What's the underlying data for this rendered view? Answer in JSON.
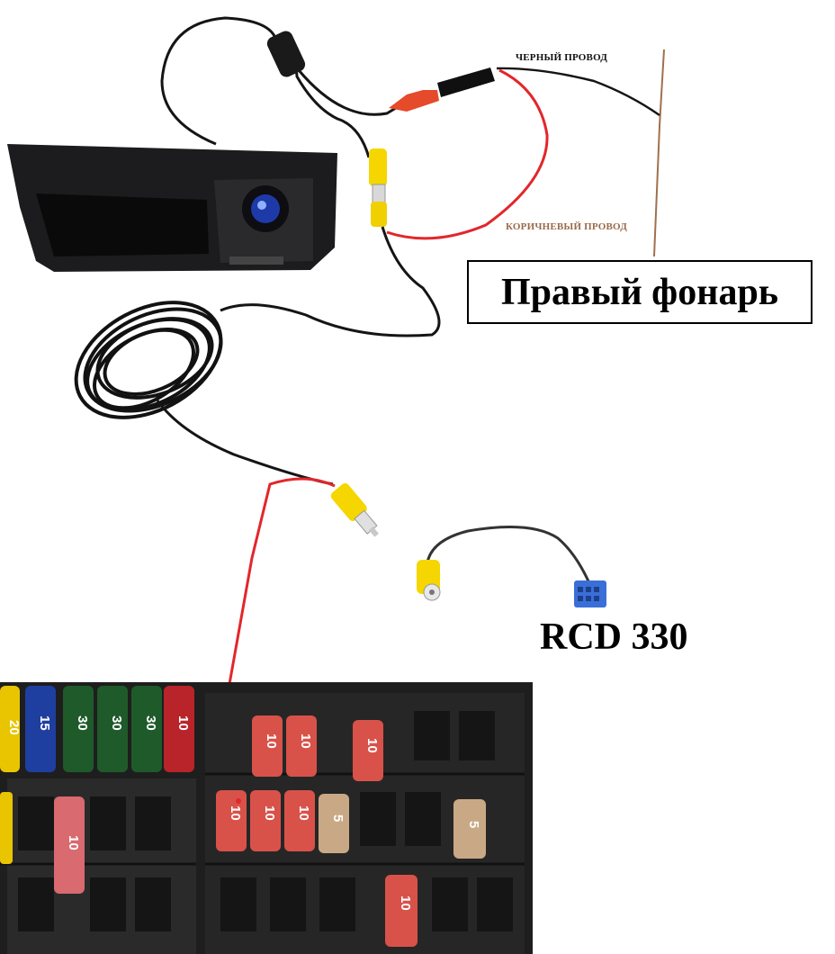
{
  "labels": {
    "black_wire": "ЧЕРНЫЙ ПРОВОД",
    "brown_wire": "КОРИЧНЕВЫЙ ПРОВОД",
    "right_lamp": "Правый фонарь",
    "radio_model": "RCD 330"
  },
  "fuses": {
    "left_top": [
      "20",
      "15",
      "30",
      "30",
      "30",
      "10"
    ],
    "left_mid": "10",
    "right_top": [
      "10",
      "10",
      "10"
    ],
    "right_mid": [
      "10",
      "10",
      "10",
      "5"
    ],
    "right_side": "5",
    "right_bottom": "10"
  },
  "colors": {
    "red_wire": "#e3262b",
    "black_wire": "#151515",
    "brown_wire": "#a0704d",
    "rca_yellow": "#f5d600",
    "connector_blue": "#3a6fd8",
    "fuse_red": "#d8524a",
    "fuse_beige": "#c9a985"
  }
}
